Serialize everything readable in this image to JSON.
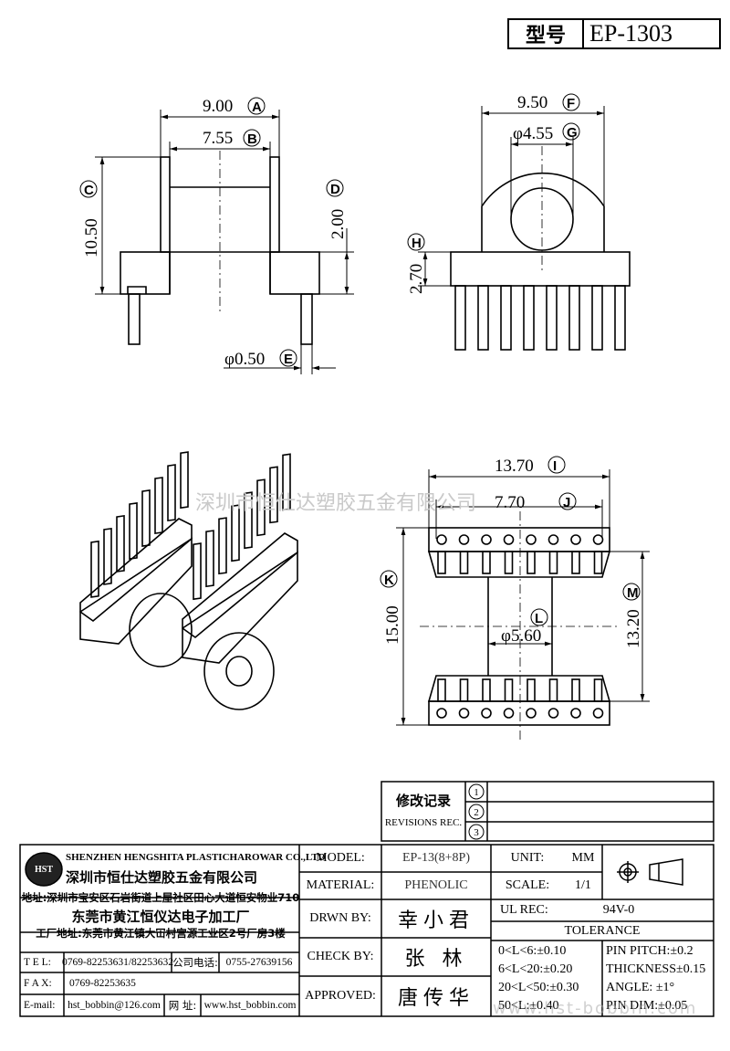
{
  "model_box": {
    "key": "型号",
    "value": "EP-1303"
  },
  "dimensions": {
    "A": {
      "value": "9.00",
      "tag": "A"
    },
    "B": {
      "value": "7.55",
      "tag": "B"
    },
    "C": {
      "value": "10.50",
      "tag": "C"
    },
    "D": {
      "value": "2.00",
      "tag": "D"
    },
    "E": {
      "value": "φ0.50",
      "tag": "E"
    },
    "F": {
      "value": "9.50",
      "tag": "F"
    },
    "G": {
      "value": "φ4.55",
      "tag": "G"
    },
    "H": {
      "value": "2.70",
      "tag": "H"
    },
    "I": {
      "value": "13.70",
      "tag": "I"
    },
    "J": {
      "value": "7.70",
      "tag": "J"
    },
    "K": {
      "value": "15.00",
      "tag": "K"
    },
    "L": {
      "value": "φ5.60",
      "tag": "L"
    },
    "M": {
      "value": "13.20",
      "tag": "M"
    }
  },
  "watermark_center": "深圳市恒仕达塑胶五金有限公司",
  "watermark_bottom": "www.hst-bobbin.com",
  "revisions": {
    "title_cn": "修改记录",
    "title_en": "REVISIONS REC.",
    "marks": [
      "1",
      "2",
      "3"
    ]
  },
  "company": {
    "logo_text": "HST",
    "name_en": "SHENZHEN HENGSHITA PLASTICHAROWAR CO.,LTD",
    "name_cn": "深圳市恒仕达塑胶五金有限公司",
    "address": "地址:深圳市宝安区石岩街道上屋社区田心大道恒安物业710",
    "factory_name": "东莞市黄江恒仪达电子加工厂",
    "factory_address": "工厂地址:东莞市黄江镇大冚村宫源工业区2号厂房3楼",
    "tel_label": "T E L:",
    "tel": "0769-82253631/82253632",
    "phone_label": "公司电话:",
    "phone": "0755-27639156",
    "fax_label": "F A X:",
    "fax": "0769-82253635",
    "email_label": "E-mail:",
    "email": "hst_bobbin@126.com",
    "web_label": "网 址:",
    "web": "www.hst_bobbin.com"
  },
  "spec": {
    "model_label": "MODEL:",
    "model": "EP-13(8+8P)",
    "material_label": "MATERIAL:",
    "material": "PHENOLIC",
    "drawn_label": "DRWN BY:",
    "drawn": "幸小君",
    "check_label": "CHECK BY:",
    "check": "张 林",
    "approved_label": "APPROVED:",
    "approved": "唐传华",
    "unit_label": "UNIT:",
    "unit": "MM",
    "scale_label": "SCALE:",
    "scale": "1/1",
    "ul_label": "UL REC:",
    "ul": "94V-0",
    "tolerance_label": "TOLERANCE",
    "tol_1": "0<L<6:±0.10",
    "tol_2": "6<L<20:±0.20",
    "tol_3": "20<L<50:±0.30",
    "tol_4": "50<L:±0.40",
    "pin_pitch": "PIN PITCH:±0.2",
    "thickness": "THICKNESS±0.15",
    "angle": "ANGLE: ±1°",
    "pin_dim": "PIN DIM:±0.05"
  }
}
